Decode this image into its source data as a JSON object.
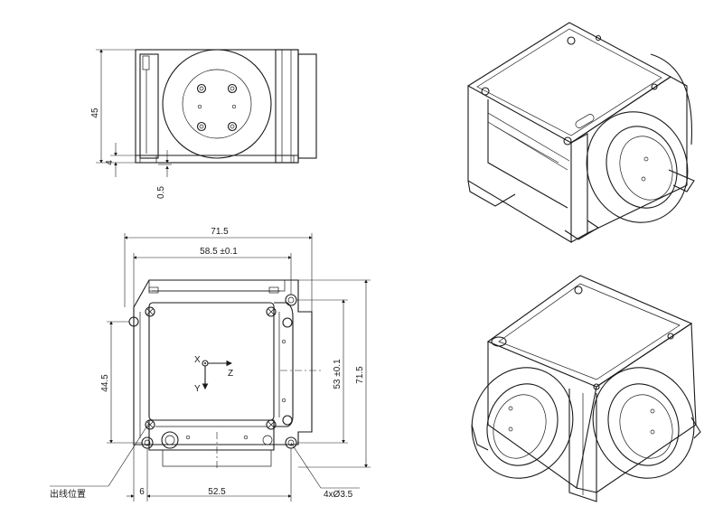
{
  "front_view": {
    "dim_height": "45",
    "dim_base": "4",
    "dim_gap": "0.5"
  },
  "top_view": {
    "dim_width_total": "71.5",
    "dim_hole_pitch_x": "58.5 ±0.1",
    "dim_height_total": "71.5",
    "dim_hole_pitch_y": "53 ±0.1",
    "dim_left_offset": "44.5",
    "dim_bottom_left": "6",
    "dim_bottom_pitch": "52.5",
    "hole_callout": "4xØ3.5",
    "cable_outlet_label": "出线位置",
    "axis_x": "X",
    "axis_y": "Y",
    "axis_z": "Z"
  }
}
